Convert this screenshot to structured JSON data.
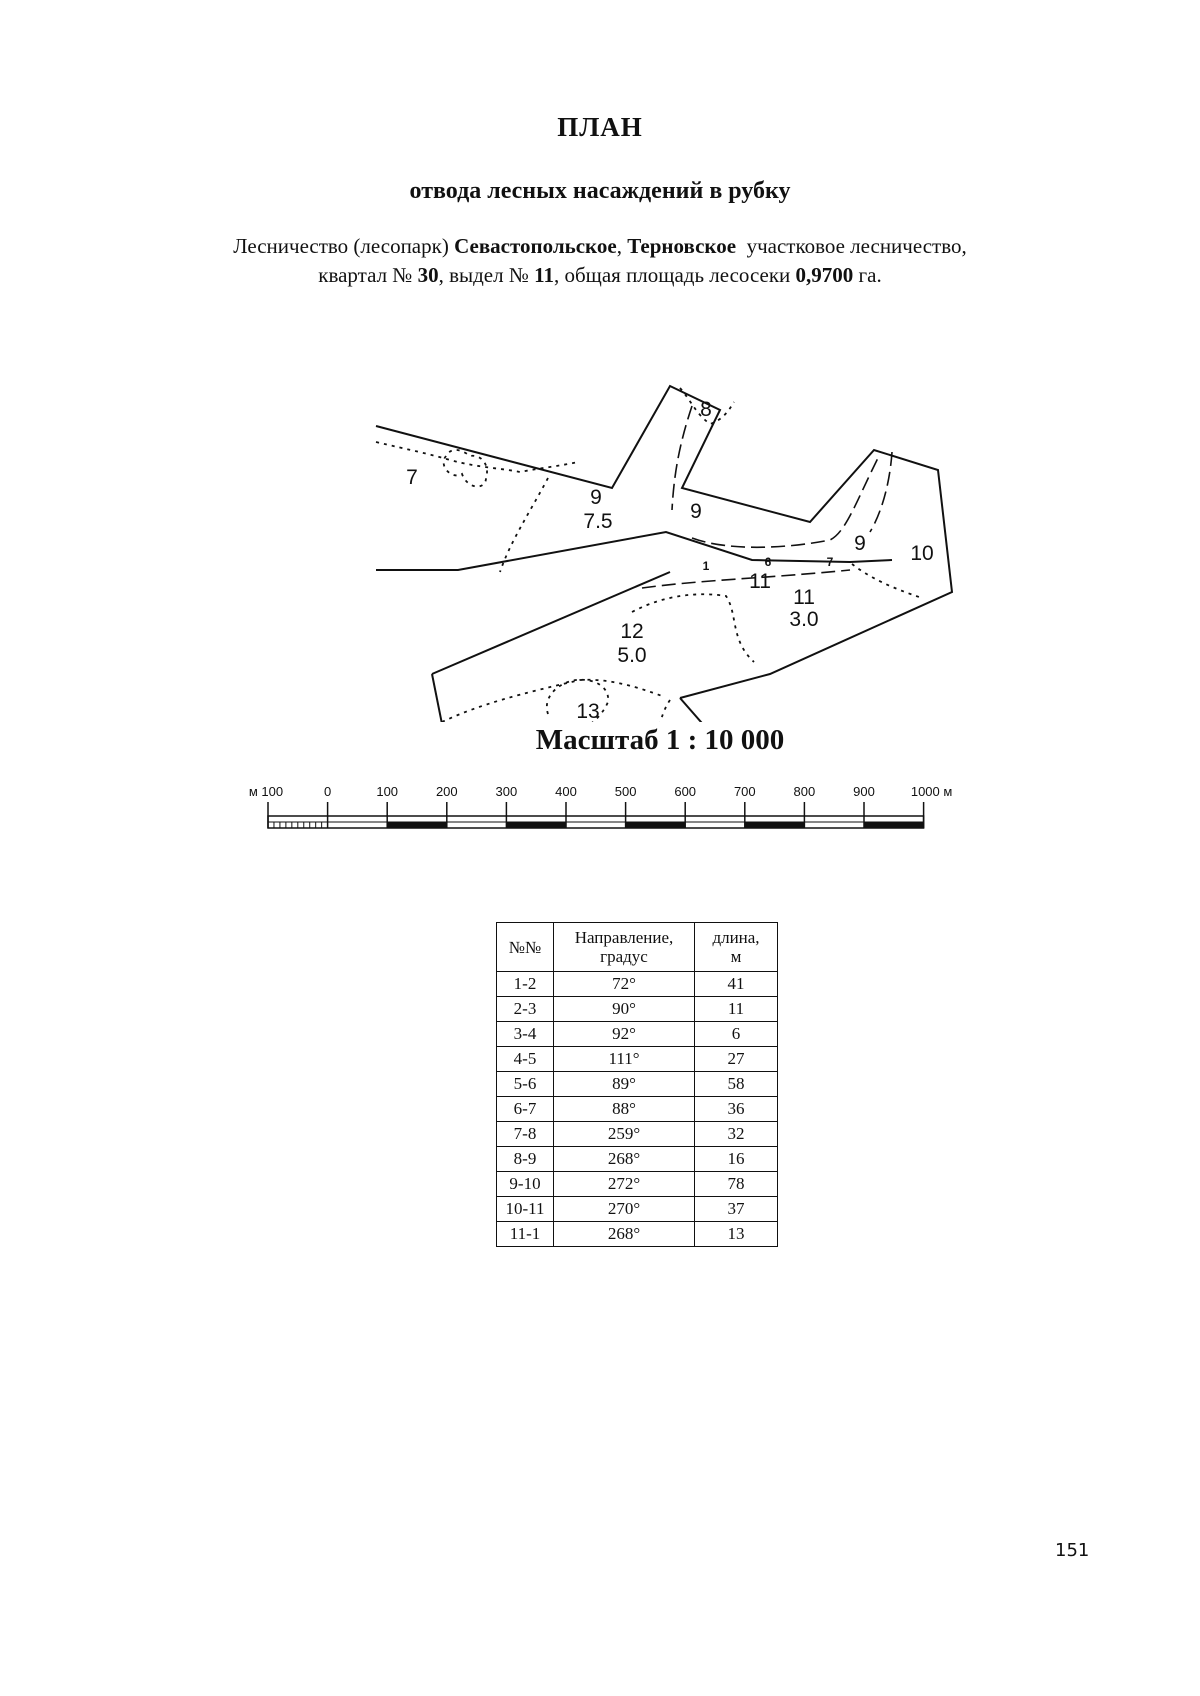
{
  "document": {
    "title": "ПЛАН",
    "subtitle": "отвода лесных насаждений в рубку",
    "info": {
      "p1": "Лесничество (лесопарк) ",
      "forestry": "Севастопольское",
      "sep": ", ",
      "district": "Терновское",
      "p2": "  участковое лесничество,",
      "p3": "квартал № ",
      "kvartal": "30",
      "p4": ", выдел № ",
      "vydel": "11",
      "p5": ", общая площадь лесосеки ",
      "area": "0,9700",
      "p6": " га."
    },
    "map_labels": {
      "l7": "7",
      "l8": "8",
      "l9a": "9",
      "l75": "7.5",
      "l9b": "9",
      "l9c": "9",
      "l10": "10",
      "l11a": "11",
      "l11b": "11",
      "l30": "3.0",
      "l12": "12",
      "l50": "5.0",
      "l13": "13",
      "p1": "1",
      "p6": "6",
      "p7": "7"
    },
    "scale_title": "Масштаб  1 : 10 000",
    "scale_labels": [
      "м 100",
      "0",
      "100",
      "200",
      "300",
      "400",
      "500",
      "600",
      "700",
      "800",
      "900",
      "1000 м"
    ],
    "table": {
      "headers": [
        "№№",
        "Направление, градус",
        "длина, м"
      ],
      "header_lines": {
        "h1": "№№",
        "h2a": "Направление,",
        "h2b": "градус",
        "h3a": "длина,",
        "h3b": "м"
      },
      "rows": [
        [
          "1-2",
          "72°",
          "41"
        ],
        [
          "2-3",
          "90°",
          "11"
        ],
        [
          "3-4",
          "92°",
          "6"
        ],
        [
          "4-5",
          "111°",
          "27"
        ],
        [
          "5-6",
          "89°",
          "58"
        ],
        [
          "6-7",
          "88°",
          "36"
        ],
        [
          "7-8",
          "259°",
          "32"
        ],
        [
          "8-9",
          "268°",
          "16"
        ],
        [
          "9-10",
          "272°",
          "78"
        ],
        [
          "10-11",
          "270°",
          "37"
        ],
        [
          "11-1",
          "268°",
          "13"
        ]
      ]
    },
    "page_number": "151"
  }
}
